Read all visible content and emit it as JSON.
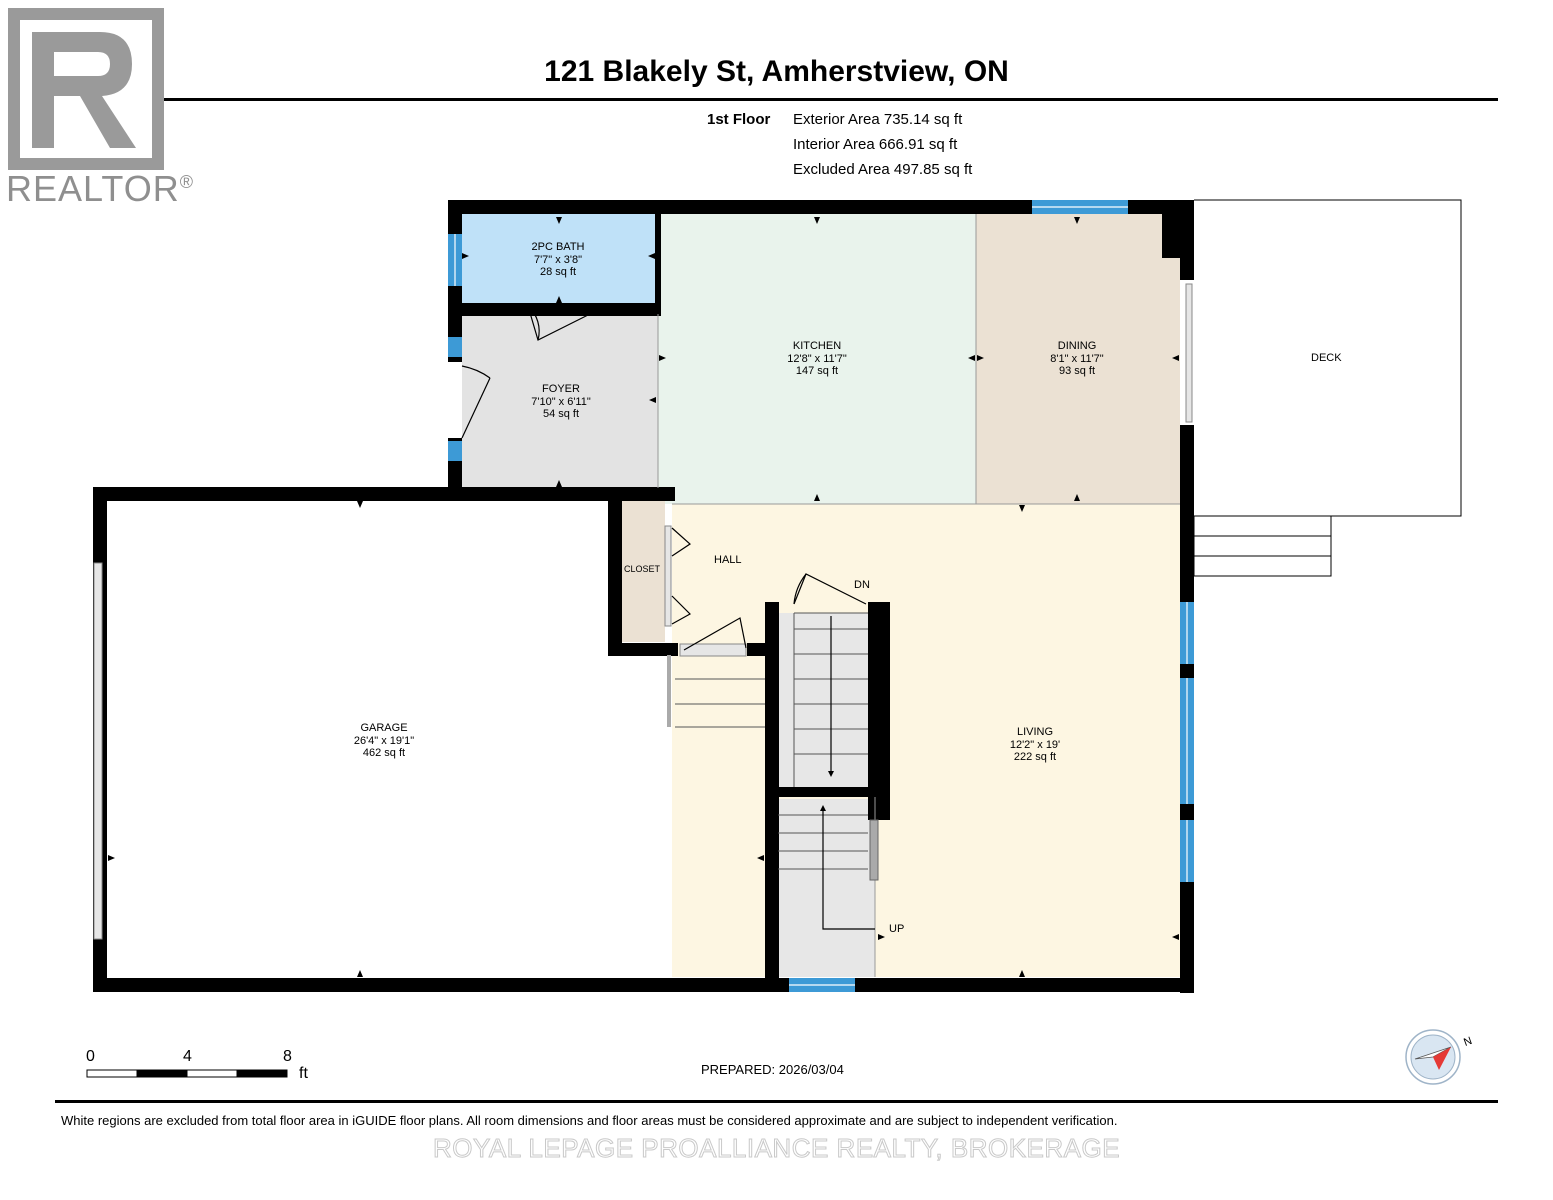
{
  "header": {
    "title": "121 Blakely St, Amherstview, ON",
    "floor": "1st Floor",
    "exterior_area": "Exterior Area 735.14 sq ft",
    "interior_area": "Interior Area 666.91 sq ft",
    "excluded_area": "Excluded Area 497.85 sq ft"
  },
  "logo": {
    "text": "REALTOR",
    "mark": "®"
  },
  "rooms": {
    "bath": {
      "name": "2PC BATH",
      "dims": "7'7\" x 3'8\"",
      "area": "28 sq ft"
    },
    "kitchen": {
      "name": "KITCHEN",
      "dims": "12'8\" x 11'7\"",
      "area": "147 sq ft"
    },
    "dining": {
      "name": "DINING",
      "dims": "8'1\" x 11'7\"",
      "area": "93 sq ft"
    },
    "foyer": {
      "name": "FOYER",
      "dims": "7'10\" x 6'11\"",
      "area": "54 sq ft"
    },
    "garage": {
      "name": "GARAGE",
      "dims": "26'4\" x 19'1\"",
      "area": "462 sq ft"
    },
    "living": {
      "name": "LIVING",
      "dims": "12'2\" x 19'",
      "area": "222 sq ft"
    },
    "deck": {
      "name": "DECK"
    },
    "closet": {
      "name": "CLOSET"
    },
    "hall": {
      "name": "HALL"
    }
  },
  "stairs": {
    "down": "DN",
    "up": "UP"
  },
  "scale": {
    "marks": [
      "0",
      "4",
      "8"
    ],
    "unit": "ft"
  },
  "compass": {
    "label": "N"
  },
  "footer": {
    "prepared": "PREPARED: 2026/03/04",
    "disclaimer": "White regions are excluded from total floor area in iGUIDE floor plans. All room dimensions and floor areas must be considered approximate and are subject to independent verification.",
    "watermark": "ROYAL LEPAGE PROALLIANCE REALTY, BROKERAGE"
  },
  "colors": {
    "bath": "#bfe1f8",
    "foyer": "#e3e3e3",
    "kitchen": "#e9f3ec",
    "dining": "#ebe1d3",
    "living": "#fdf6e2",
    "closet": "#ebe1d3",
    "stairs": "#e7e7e7",
    "wall": "#000000",
    "window": "#3d9ad6",
    "compass_red": "#e53935"
  }
}
